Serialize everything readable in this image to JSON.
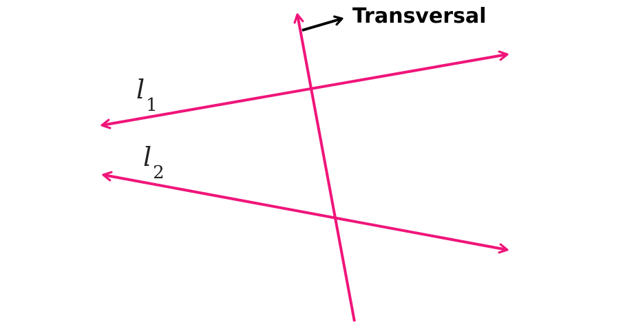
{
  "colors": {
    "line": "#f0157a",
    "callout_arrow": "#000000",
    "text": "#000000",
    "background": "#ffffff"
  },
  "labels": {
    "transversal": "Transversal",
    "l1_main": "l",
    "l1_sub": "1",
    "l2_main": "l",
    "l2_sub": "2"
  }
}
